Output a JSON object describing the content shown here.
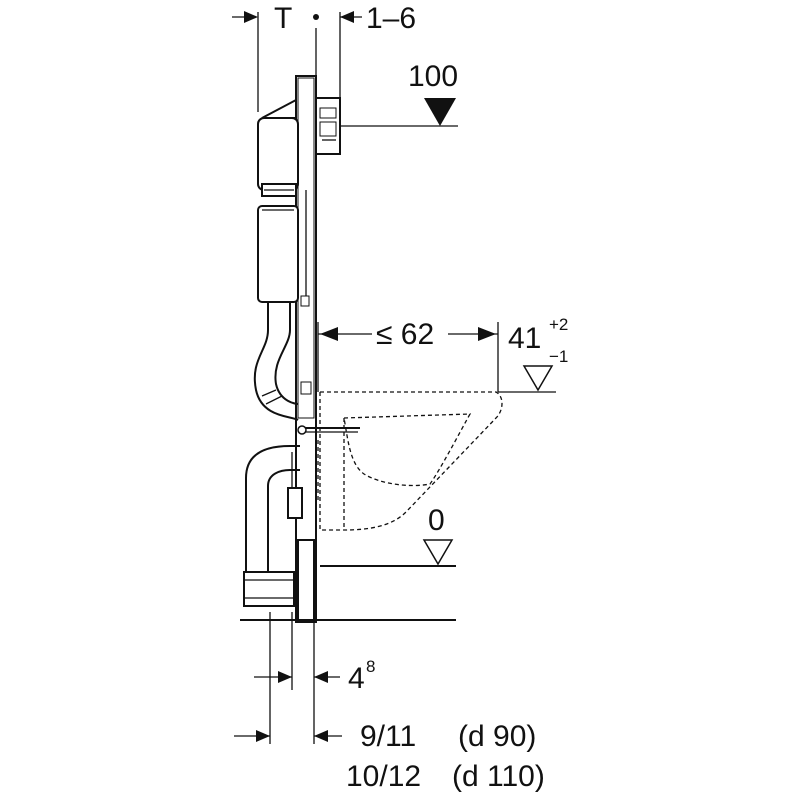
{
  "dimensions": {
    "top_T": "T",
    "top_range": "1–6",
    "level_100": "100",
    "max_distance": "≤ 62",
    "height_value": "41",
    "height_tol_plus": "+2",
    "height_tol_minus": "−1",
    "level_0": "0",
    "offset_base": "4",
    "offset_sup": "8",
    "row1_value": "9/11",
    "row1_note": "(d 90)",
    "row2_value": "10/12",
    "row2_note": "(d 110)"
  }
}
